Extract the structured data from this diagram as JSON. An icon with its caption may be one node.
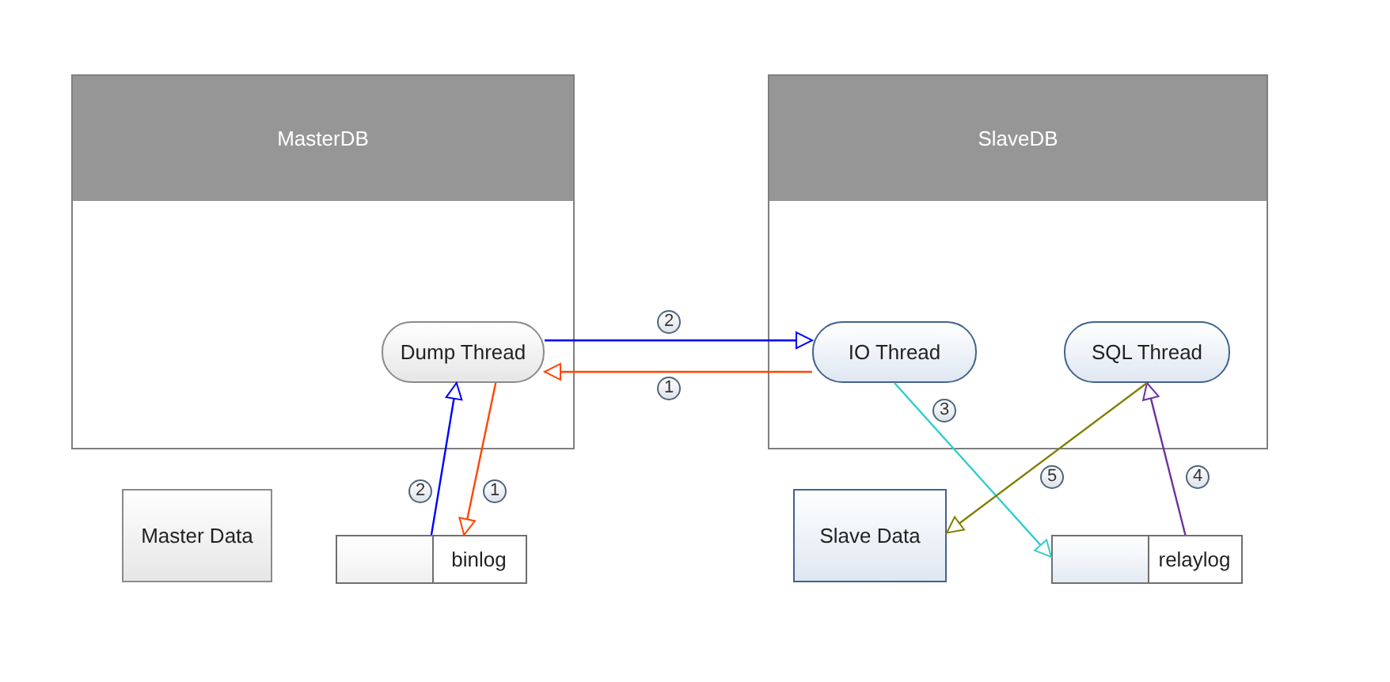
{
  "diagram": {
    "nodes": [
      {
        "text": [
          "MasterDB"
        ]
      },
      {
        "text": [
          "Dump Thread"
        ],
        "in": 0
      },
      {
        "text": [
          "SlaveDB"
        ]
      },
      {
        "text": [
          "IO Thread"
        ],
        "in": 2
      },
      {
        "text": [
          "SQL Thread"
        ],
        "in": 2
      },
      {
        "text": [
          "Master Data"
        ]
      },
      {
        "text": [
          "binlog"
        ]
      },
      {
        "text": [
          "Slave Data"
        ]
      },
      {
        "text": [
          "relaylog"
        ]
      }
    ],
    "edges": [
      {
        "from": 1,
        "to": 3,
        "arrow": "to",
        "label": "2",
        "color": "#0000ff"
      },
      {
        "from": 3,
        "to": 1,
        "arrow": "to",
        "label": "1",
        "color": "#ff4500"
      },
      {
        "from": 6,
        "to": 1,
        "arrow": "to",
        "label": "2",
        "color": "#0000ff"
      },
      {
        "from": 1,
        "to": 6,
        "arrow": "to",
        "label": "1",
        "color": "#ff4500"
      },
      {
        "from": 3,
        "to": 8,
        "arrow": "to",
        "label": "3",
        "color": "#33cccc"
      },
      {
        "from": 8,
        "to": 4,
        "arrow": "to",
        "label": "4",
        "color": "#7030a0"
      },
      {
        "from": 4,
        "to": 7,
        "arrow": "to",
        "label": "5",
        "color": "#808000"
      }
    ]
  }
}
